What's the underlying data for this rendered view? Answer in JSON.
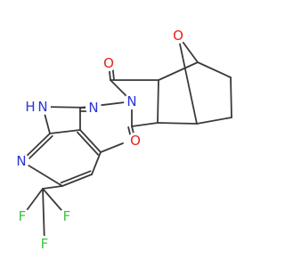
{
  "molecule": {
    "atoms": [
      {
        "id": "O1",
        "label": "O",
        "color": "#e8221b"
      },
      {
        "id": "O2",
        "label": "O",
        "color": "#e8221b"
      },
      {
        "id": "O3",
        "label": "O",
        "color": "#e8221b"
      },
      {
        "id": "N1",
        "label": "N",
        "color": "#2b34d6"
      },
      {
        "id": "N2",
        "label": "N",
        "color": "#2b34d6"
      },
      {
        "id": "N3",
        "label": "N",
        "color": "#2b34d6"
      },
      {
        "id": "N4",
        "label": "N",
        "color": "#2b34d6"
      },
      {
        "id": "H1",
        "label": "H",
        "color": "#2b34d6"
      },
      {
        "id": "F1",
        "label": "F",
        "color": "#3bc63b"
      },
      {
        "id": "F2",
        "label": "F",
        "color": "#3bc63b"
      },
      {
        "id": "F3",
        "label": "F",
        "color": "#3bc63b"
      }
    ],
    "bond_color": "#3a3a3a"
  }
}
